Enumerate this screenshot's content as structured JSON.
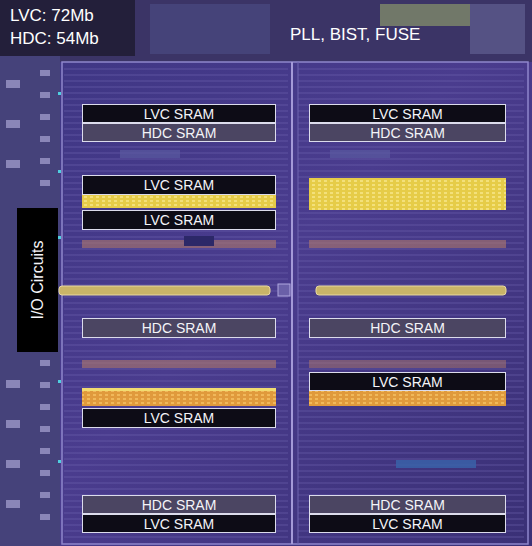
{
  "diagram": {
    "nodes": [
      {
        "text": [
          "LVC SRAM"
        ]
      },
      {
        "text": [
          "LVC SRAM"
        ]
      },
      {
        "text": [
          "HDC SRAM"
        ]
      },
      {
        "text": [
          "HDC SRAM"
        ]
      },
      {
        "text": [
          "LVC SRAM"
        ]
      },
      {
        "text": [
          "I/O Circuits"
        ]
      },
      {
        "text": [
          "LVC SRAM"
        ]
      },
      {
        "text": [
          "HDC SRAM"
        ]
      },
      {
        "text": [
          "HDC SRAM"
        ]
      },
      {
        "text": [
          "LVC SRAM"
        ]
      },
      {
        "text": [
          "LVC SRAM"
        ]
      },
      {
        "text": [
          "HDC SRAM"
        ]
      },
      {
        "text": [
          "HDC SRAM"
        ]
      },
      {
        "text": [
          "LVC SRAM"
        ]
      },
      {
        "text": [
          "LVC SRAM"
        ]
      }
    ],
    "labels": [
      "LVC: 72Mb",
      "HDC: 54Mb",
      "PLL, BIST, FUSE"
    ]
  }
}
